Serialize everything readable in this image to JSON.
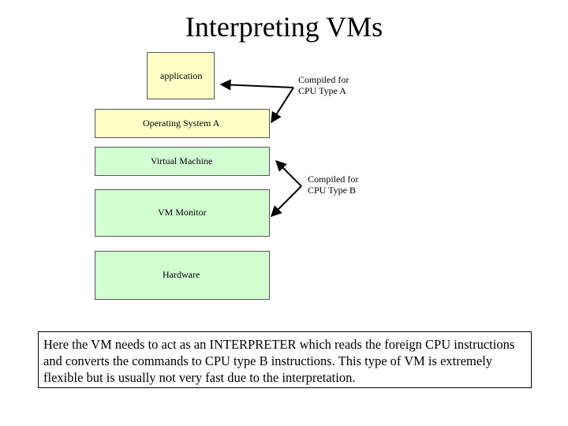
{
  "title": "Interpreting VMs",
  "diagram": {
    "application": "application",
    "operating_system": "Operating System A",
    "virtual_machine": "Virtual Machine",
    "vm_monitor": "VM Monitor",
    "hardware": "Hardware",
    "label_a": "Compiled for\nCPU Type A",
    "label_b": "Compiled for\nCPU Type B"
  },
  "note": "Here the VM needs to act as an INTERPRETER which reads the foreign CPU instructions and converts the commands to CPU type B instructions. This type of VM is extremely flexible but is usually not very fast due to the interpretation.",
  "colors": {
    "layer_yellow": "#ffffc6",
    "layer_green": "#d2ffd2"
  }
}
